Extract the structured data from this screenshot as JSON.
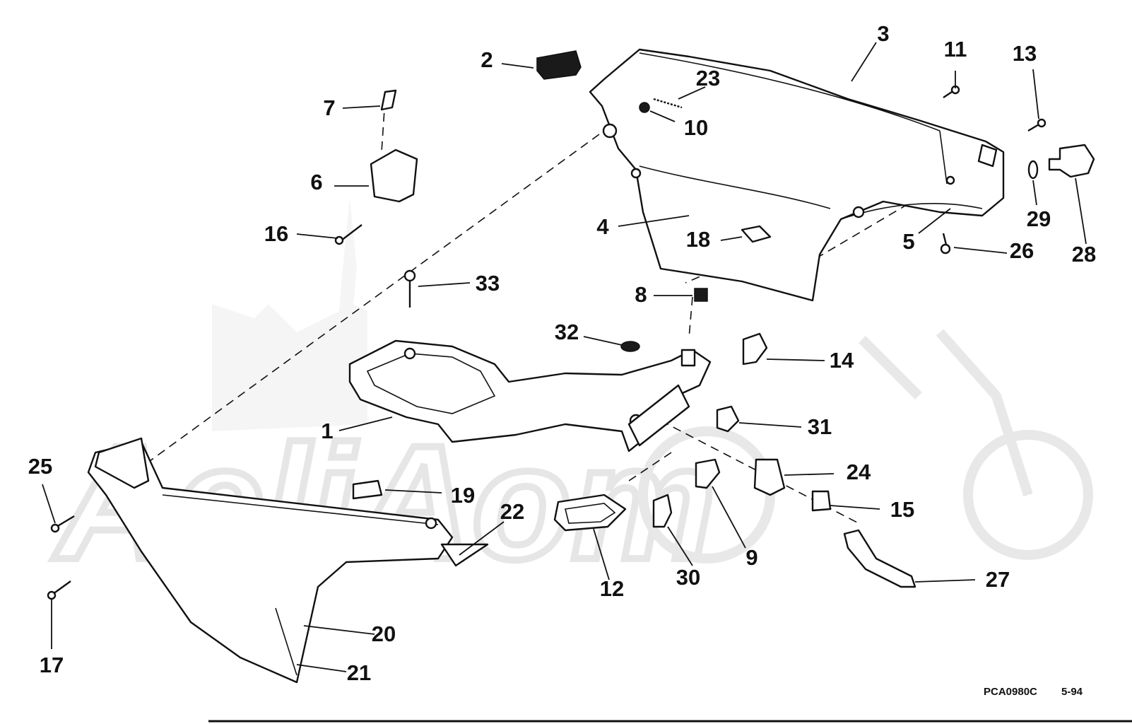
{
  "diagram": {
    "callouts": [
      "1",
      "2",
      "3",
      "4",
      "5",
      "6",
      "7",
      "8",
      "9",
      "10",
      "11",
      "12",
      "13",
      "14",
      "15",
      "16",
      "17",
      "18",
      "19",
      "20",
      "21",
      "22",
      "23",
      "24",
      "25",
      "26",
      "27",
      "28",
      "29",
      "30",
      "31",
      "32",
      "33"
    ],
    "figure_code": "PCA0980C",
    "revision": "5-94"
  },
  "watermark": {
    "text": "AeliAom"
  }
}
